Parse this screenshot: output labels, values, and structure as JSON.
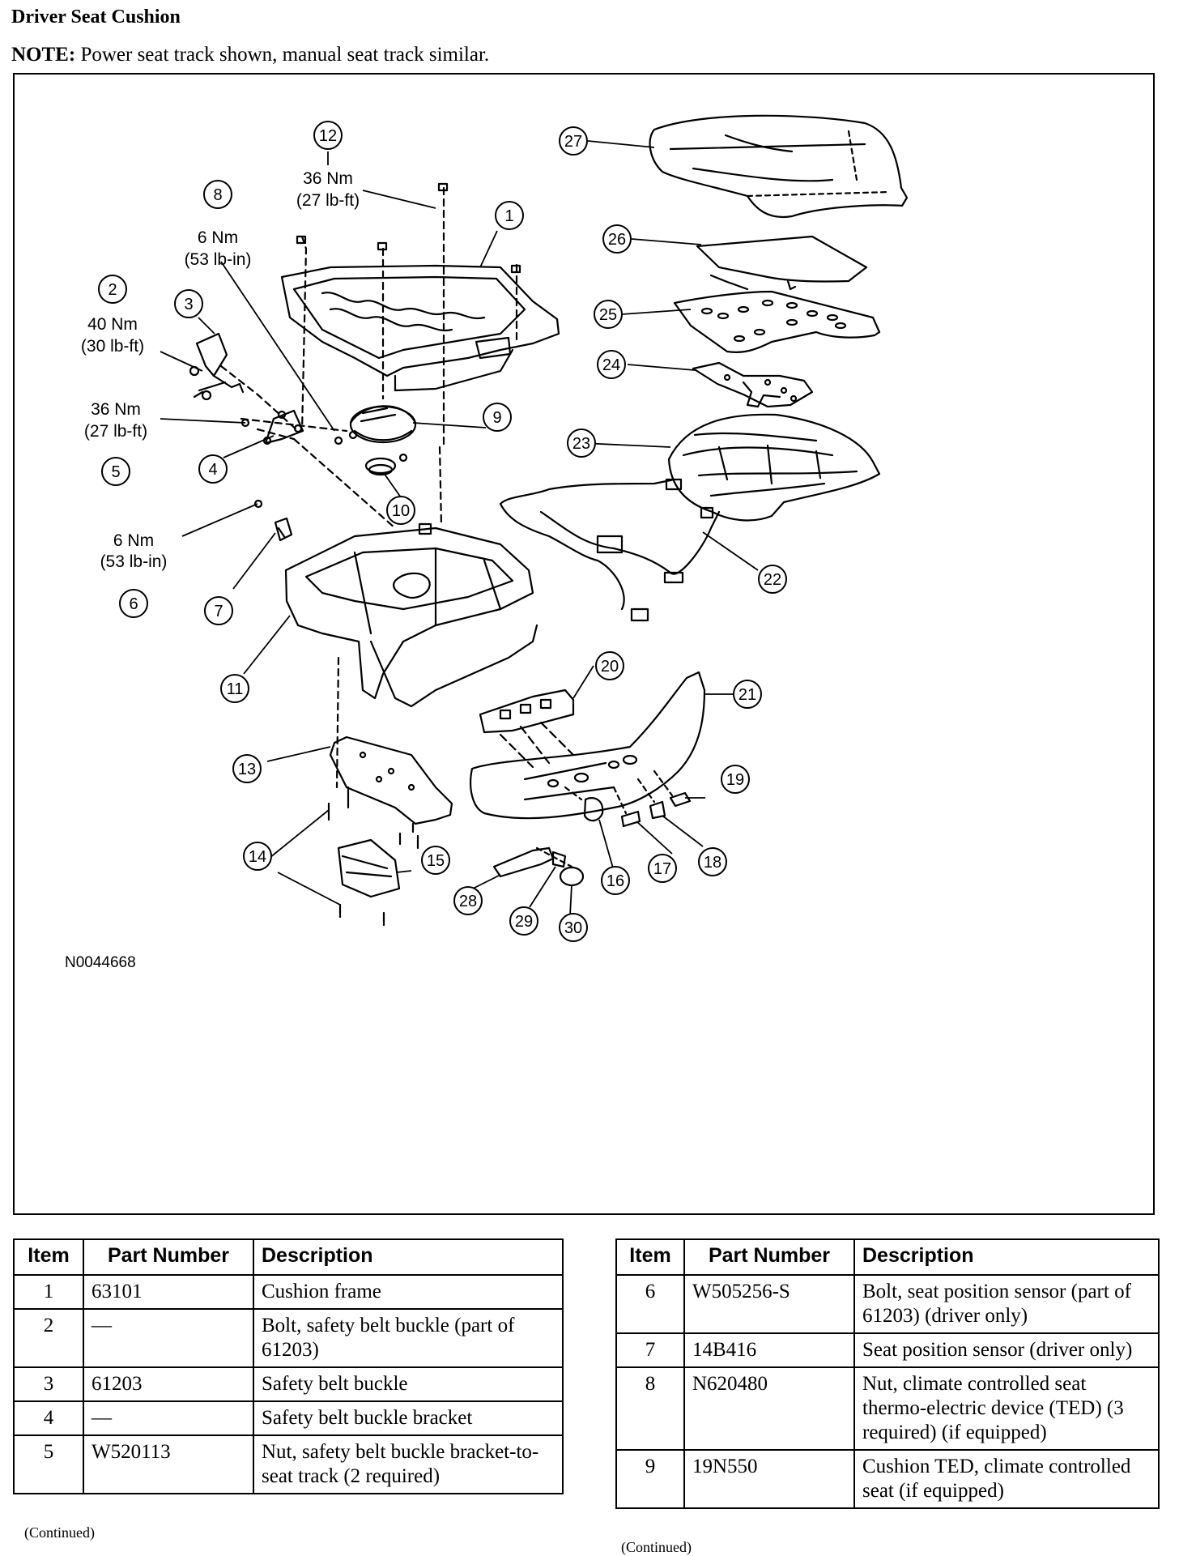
{
  "section_title": "Driver Seat Cushion",
  "note": {
    "label": "NOTE:",
    "text": " Power seat track shown, manual seat track similar."
  },
  "figure": {
    "id_label": "N0044668",
    "callouts": [
      "1",
      "2",
      "3",
      "4",
      "5",
      "6",
      "7",
      "8",
      "9",
      "10",
      "11",
      "12",
      "13",
      "14",
      "15",
      "16",
      "17",
      "18",
      "19",
      "20",
      "21",
      "22",
      "23",
      "24",
      "25",
      "26",
      "27",
      "28",
      "29",
      "30"
    ],
    "torque_specs": {
      "item2": [
        "40 Nm",
        "(30 lb-ft)"
      ],
      "item5": [
        "36 Nm",
        "(27 lb-ft)"
      ],
      "item6": [
        "6 Nm",
        "(53 lb-in)"
      ],
      "item8": [
        "6 Nm",
        "(53 lb-in)"
      ],
      "item12": [
        "36 Nm",
        "(27 lb-ft)"
      ]
    }
  },
  "table_headers": {
    "item": "Item",
    "part_number": "Part Number",
    "description": "Description"
  },
  "table_left": [
    {
      "item": "1",
      "part": "63101",
      "desc": "Cushion frame"
    },
    {
      "item": "2",
      "part": "—",
      "desc": "Bolt, safety belt buckle (part of 61203)"
    },
    {
      "item": "3",
      "part": "61203",
      "desc": "Safety belt buckle"
    },
    {
      "item": "4",
      "part": "—",
      "desc": "Safety belt buckle bracket"
    },
    {
      "item": "5",
      "part": "W520113",
      "desc": "Nut, safety belt buckle bracket-to-seat track (2 required)"
    }
  ],
  "table_right": [
    {
      "item": "6",
      "part": "W505256-S",
      "desc": "Bolt, seat position sensor (part of 61203) (driver only)"
    },
    {
      "item": "7",
      "part": "14B416",
      "desc": "Seat position sensor (driver only)"
    },
    {
      "item": "8",
      "part": "N620480",
      "desc": "Nut, climate controlled seat thermo-electric device (TED) (3 required) (if equipped)"
    },
    {
      "item": "9",
      "part": "19N550",
      "desc": "Cushion TED, climate controlled seat (if equipped)"
    }
  ],
  "continued": "(Continued)"
}
